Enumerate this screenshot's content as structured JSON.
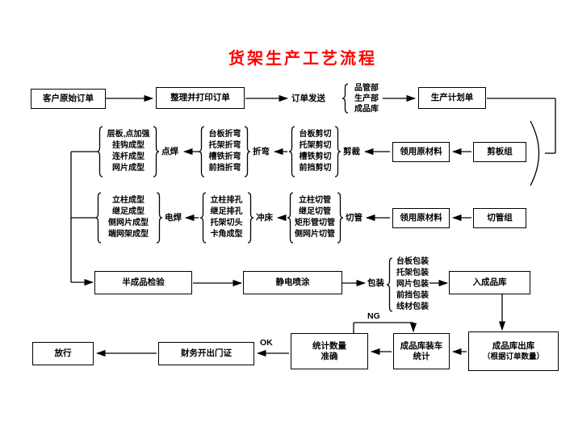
{
  "title": "货架生产工艺流程",
  "colors": {
    "title": "#ff0000",
    "line": "#000000",
    "background": "#ffffff"
  },
  "flow": {
    "customer_order": "客户原始订单",
    "print_order": "整理并打印订单",
    "order_dispatch": {
      "label": "订单发送",
      "targets": [
        "品管部",
        "生产部",
        "成品库"
      ]
    },
    "production_plan": "生产计划单",
    "shear_group": "剪板组",
    "raw_material_shear": "领用原材料",
    "cut_label": "剪裁",
    "cut_items": [
      "台板剪切",
      "托架剪切",
      "槽铁剪切",
      "前挡剪切"
    ],
    "bend_label": "折弯",
    "bend_items": [
      "台板折弯",
      "托架折弯",
      "槽铁折弯",
      "前挡折弯"
    ],
    "spot_weld_label": "点焊",
    "spot_weld_items": [
      "层板,点加强",
      "挂钩成型",
      "连杆成型",
      "网片成型"
    ],
    "pipe_group": "切管组",
    "raw_material_pipe": "领用原材料",
    "pipe_cut_label": "切管",
    "pipe_cut_items": [
      "立柱切管",
      "继足切管",
      "矩形管切管",
      "侧网片切管"
    ],
    "punch_label": "冲床",
    "punch_items": [
      "立柱排孔",
      "继足排孔",
      "托架切头",
      "卡角成型"
    ],
    "weld_label": "电焊",
    "weld_items": [
      "立柱成型",
      "继足成型",
      "侧网片成型",
      "端网架成型"
    ],
    "semi_inspection": "半成品检验",
    "spray": "静电喷涂",
    "packing_label": "包装",
    "packing_items": [
      "台板包装",
      "托架包装",
      "网片包装",
      "前挡包装",
      "线材包装"
    ],
    "warehouse_in": "入成品库",
    "warehouse_out_line1": "成品库出库",
    "warehouse_out_line2": "（根据订单数量）",
    "loading_line1": "成品库装车",
    "loading_line2": "统计",
    "count_line1": "统计数量",
    "count_line2": "准确",
    "finance": "财务开出门证",
    "release": "放行",
    "ok_label": "OK",
    "ng_label": "NG"
  }
}
